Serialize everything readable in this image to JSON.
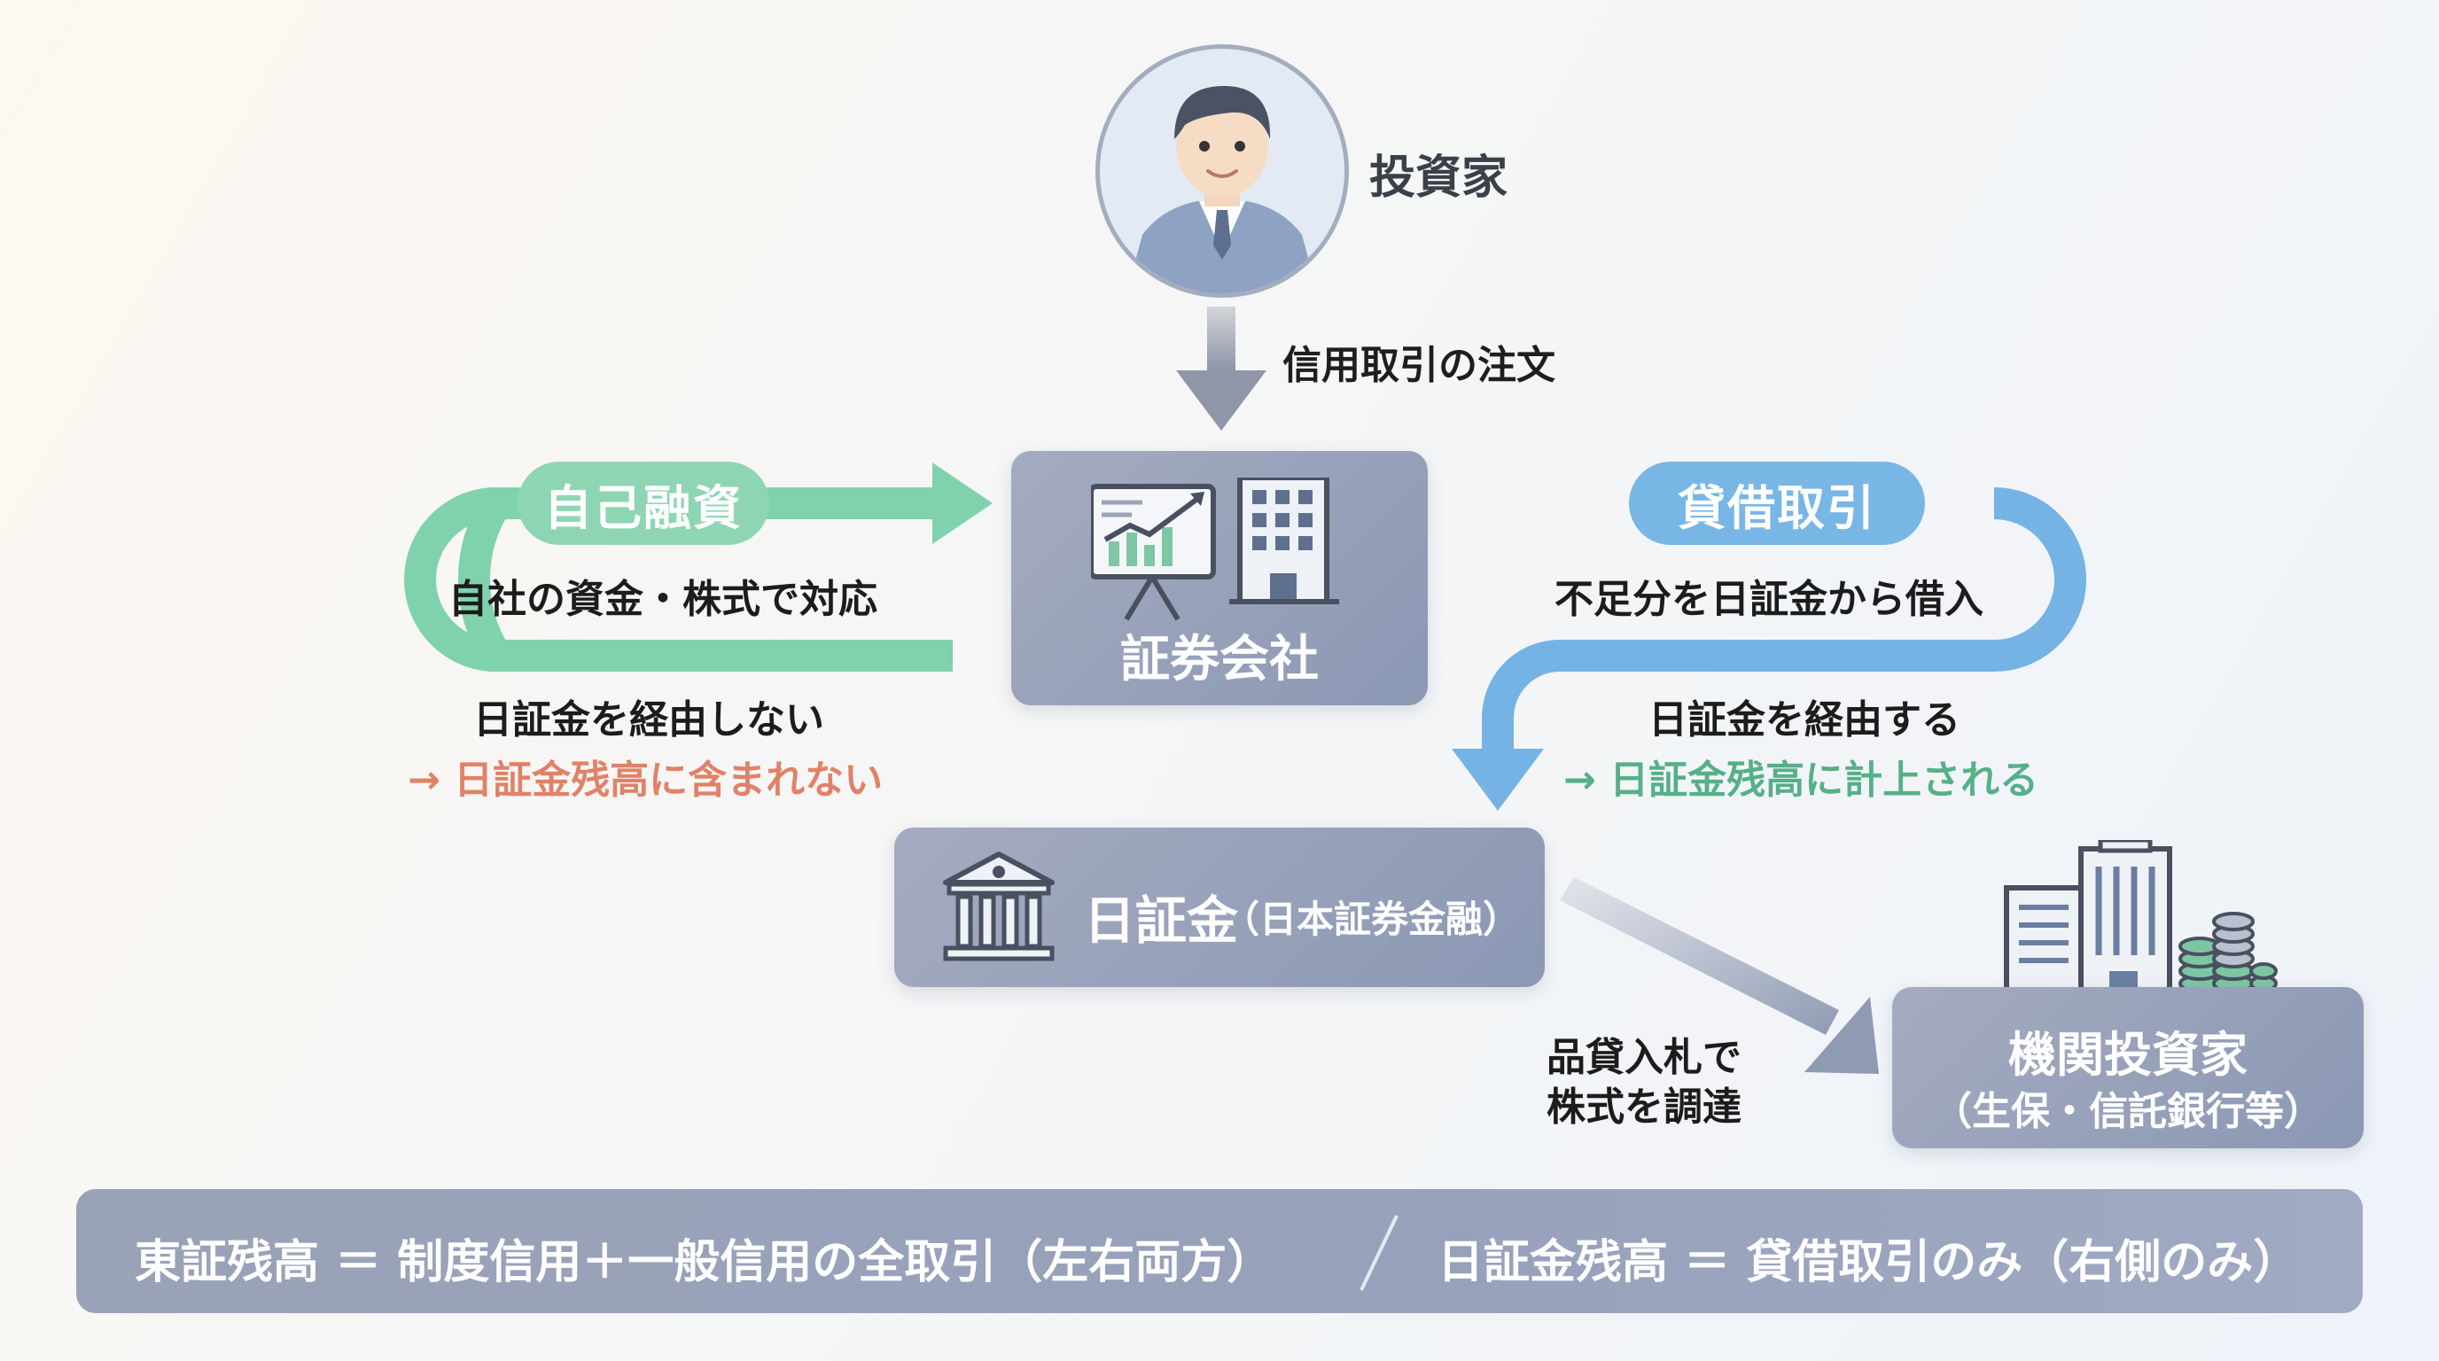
{
  "investor": {
    "label": "投資家"
  },
  "order": {
    "label": "信用取引の注文"
  },
  "securities_company": {
    "label": "証券会社"
  },
  "self_financing": {
    "title": "自己融資",
    "desc": "自社の資金・株式で対応",
    "note": "日証金を経由しない",
    "result": "→ 日証金残高に含まれない"
  },
  "lending_trade": {
    "title": "貸借取引",
    "desc": "不足分を日証金から借入",
    "note": "日証金を経由する",
    "result": "→ 日証金残高に計上される"
  },
  "jsf": {
    "name": "日証金",
    "full": "（日本証券金融）"
  },
  "stock_procurement": {
    "line1": "品貸入札で",
    "line2": "株式を調達"
  },
  "institutional": {
    "title": "機関投資家",
    "sub": "（生保・信託銀行等）"
  },
  "footer": {
    "left": "東証残高 ＝ 制度信用＋一般信用の全取引（左右両方）",
    "right": "日証金残高 ＝ 貸借取引のみ（右側のみ）"
  },
  "colors": {
    "green": "#7fd2ac",
    "blue": "#75b3e4",
    "box": "#96a1bb",
    "orange_text": "#e08268",
    "green_text": "#55b088"
  }
}
